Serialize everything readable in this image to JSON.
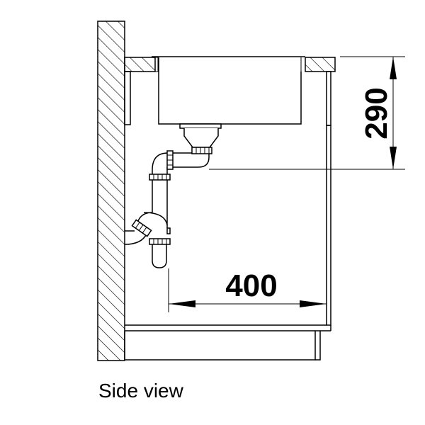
{
  "diagram": {
    "type": "technical-drawing",
    "subject": "sink-side-view",
    "caption": "Side view",
    "dimensions": {
      "height": {
        "value": "290",
        "orientation": "vertical",
        "unit": "mm"
      },
      "depth": {
        "value": "400",
        "orientation": "horizontal",
        "unit": "mm"
      }
    },
    "components": [
      "wall",
      "countertop",
      "sink-bowl",
      "drain-strainer",
      "siphon-trap",
      "cabinet",
      "cabinet-base"
    ],
    "colors": {
      "line": "#000000",
      "background": "#ffffff"
    }
  }
}
